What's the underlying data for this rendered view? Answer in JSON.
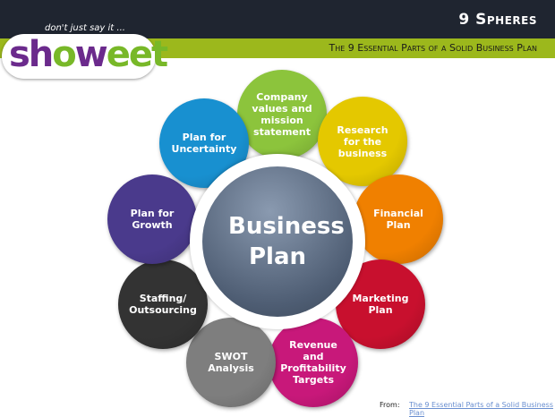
{
  "header": {
    "title": "9 Spheres",
    "subtitle": "The 9 Essential Parts of a Solid Business Plan"
  },
  "logo": {
    "tagline": "don't just say it ...",
    "brand": "showeet"
  },
  "center": {
    "label": "Business Plan",
    "color": "#5a6a80"
  },
  "spheres": [
    {
      "label": "Company values and mission statement",
      "color": "#8cc43c"
    },
    {
      "label": "Research for the business",
      "color": "#e4c800"
    },
    {
      "label": "Financial Plan",
      "color": "#f08000"
    },
    {
      "label": "Marketing Plan",
      "color": "#c8102e"
    },
    {
      "label": "Revenue and Profitability Targets",
      "color": "#c8187a"
    },
    {
      "label": "SWOT Analysis",
      "color": "#7e7e7e"
    },
    {
      "label": "Staffing/ Outsourcing",
      "color": "#333333"
    },
    {
      "label": "Plan for Growth",
      "color": "#4a3a8c"
    },
    {
      "label": "Plan for Uncertainty",
      "color": "#1890d0"
    }
  ],
  "footer": {
    "from_label": "From:",
    "link_text": "The 9 Essential Parts of a Solid Business Plan"
  }
}
